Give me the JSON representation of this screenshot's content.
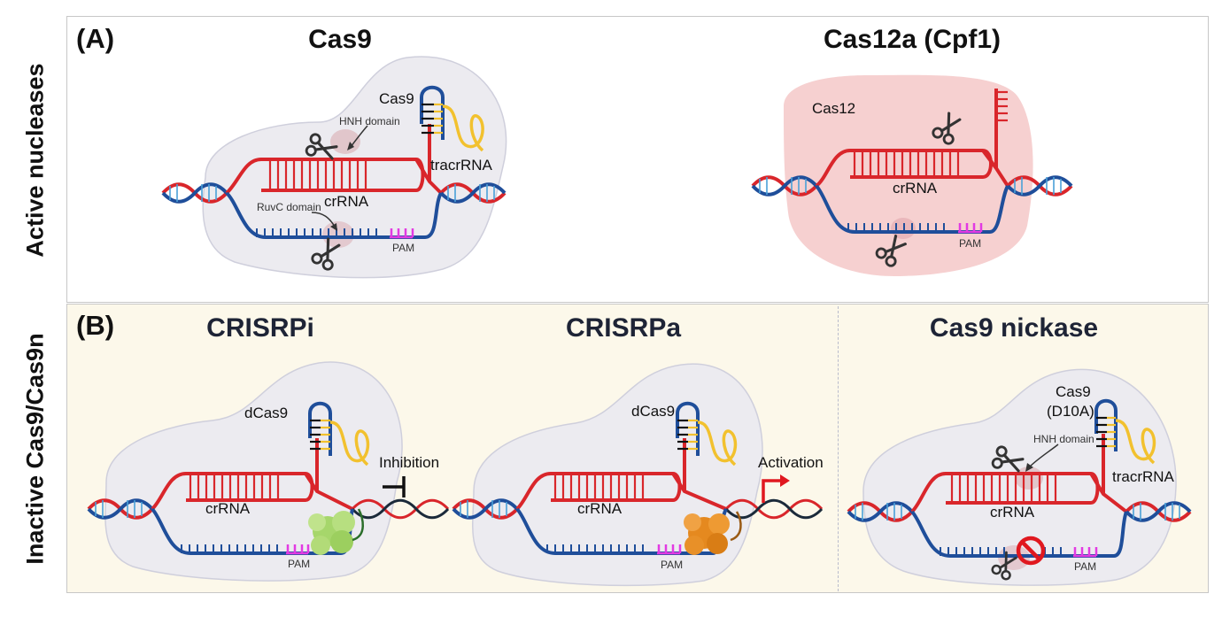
{
  "side_labels": {
    "top": "Active nucleases",
    "bottom": "Inactive Cas9/Cas9n"
  },
  "panels": {
    "a": {
      "label": "(A)",
      "titles": [
        "Cas9",
        "Cas12a (Cpf1)"
      ]
    },
    "b": {
      "label": "(B)",
      "titles": [
        "CRISRPi",
        "CRISRPa",
        "Cas9 nickase"
      ]
    }
  },
  "labels": {
    "cas9": {
      "protein": "Cas9",
      "hnh": "HNH domain",
      "tracr": "tracrRNA",
      "crrna": "crRNA",
      "ruvc": "RuvC domain",
      "pam": "PAM"
    },
    "cas12": {
      "protein": "Cas12",
      "crrna": "crRNA",
      "pam": "PAM"
    },
    "crispri": {
      "protein": "dCas9",
      "crrna": "crRNA",
      "pam": "PAM",
      "effect": "Inhibition"
    },
    "crispra": {
      "protein": "dCas9",
      "crrna": "crRNA",
      "pam": "PAM",
      "effect": "Activation"
    },
    "nickase": {
      "protein_line1": "Cas9",
      "protein_line2": "(D10A)",
      "hnh": "HNH domain",
      "tracr": "tracrRNA",
      "crrna": "crRNA",
      "pam": "PAM"
    }
  },
  "colors": {
    "rna_red": "#d9262b",
    "dna_blue": "#1f4e9a",
    "tracr_yellow": "#f2c12e",
    "pam_magenta": "#e23ae3",
    "protein_gray": "#ecebf0",
    "cas12_pink": "#f6d0d0",
    "inhibitor_green": "#a6d66b",
    "activator_orange": "#e5891f",
    "block_red": "#e0181f"
  }
}
